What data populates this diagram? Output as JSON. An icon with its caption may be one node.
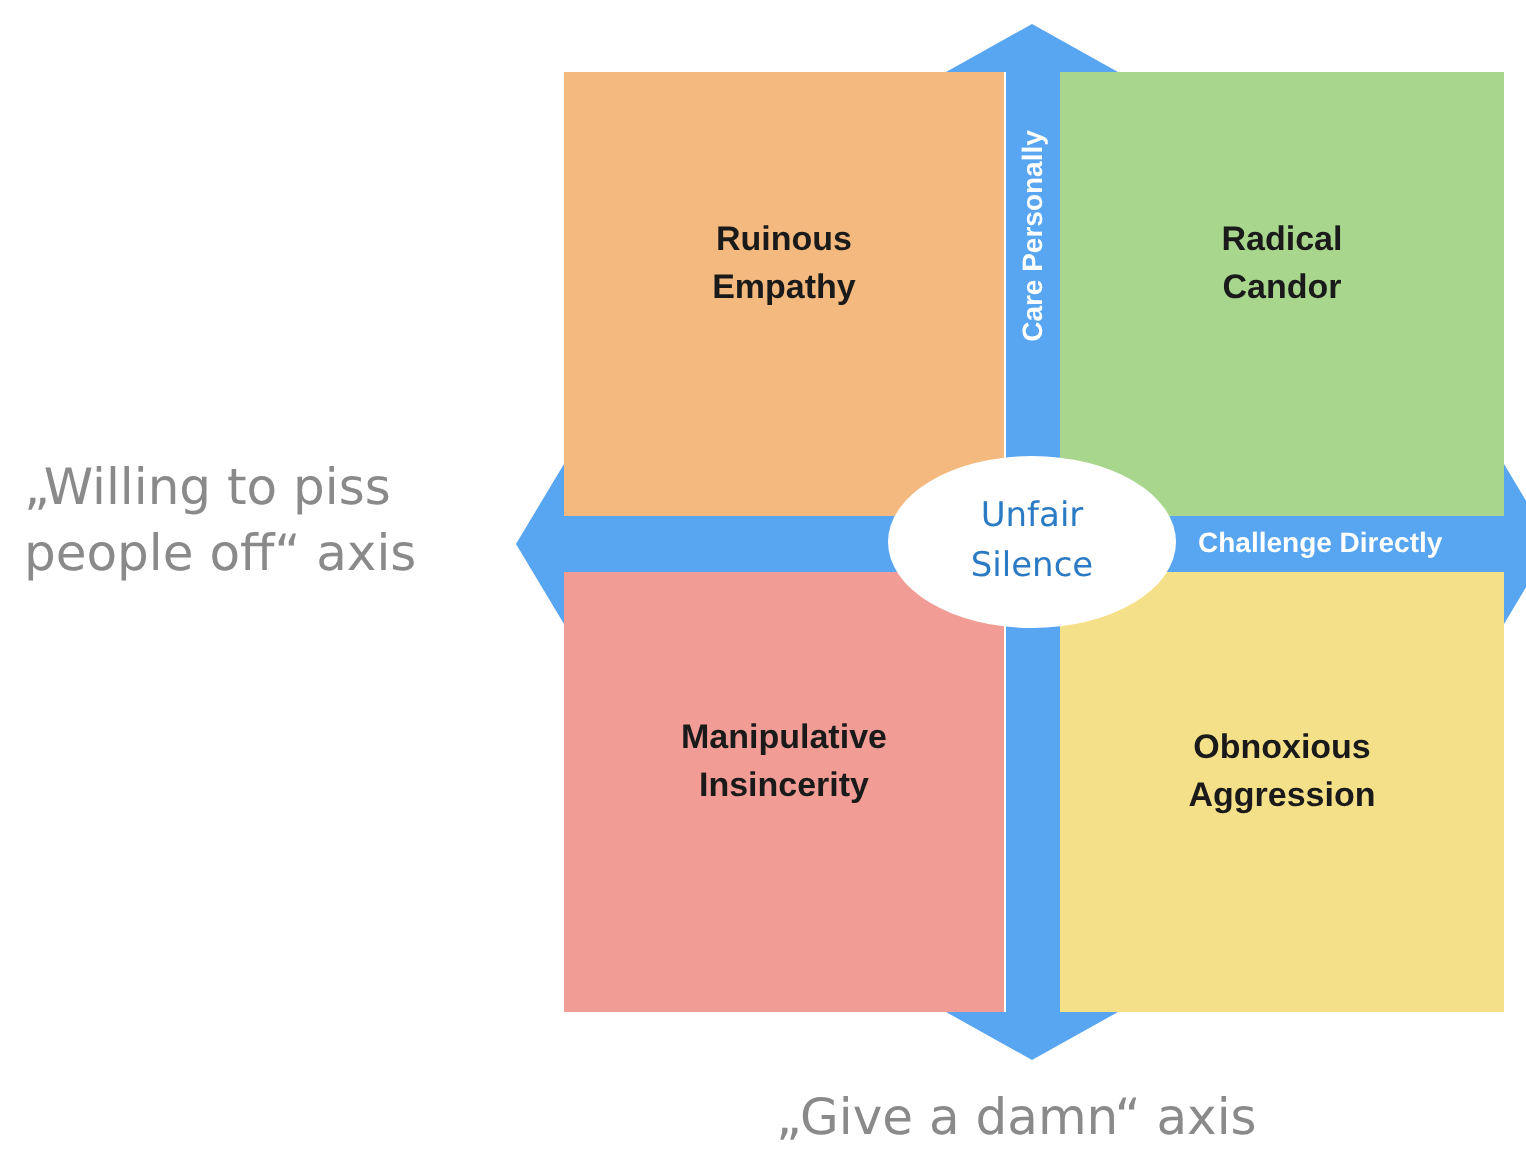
{
  "diagram": {
    "nodes": [
      {
        "text": [
          "Ruinous Empathy"
        ]
      },
      {
        "text": [
          "Radical Candor"
        ]
      },
      {
        "text": [
          "Unfair Silence"
        ]
      },
      {
        "text": [
          "Manipulative Insincerity"
        ]
      },
      {
        "text": [
          "Obnoxious Aggression"
        ]
      }
    ],
    "labels": [
      "Care Personally",
      "„Willing to piss people off“ axis",
      "Challenge Directly",
      "„Give a damn“ axis"
    ]
  }
}
